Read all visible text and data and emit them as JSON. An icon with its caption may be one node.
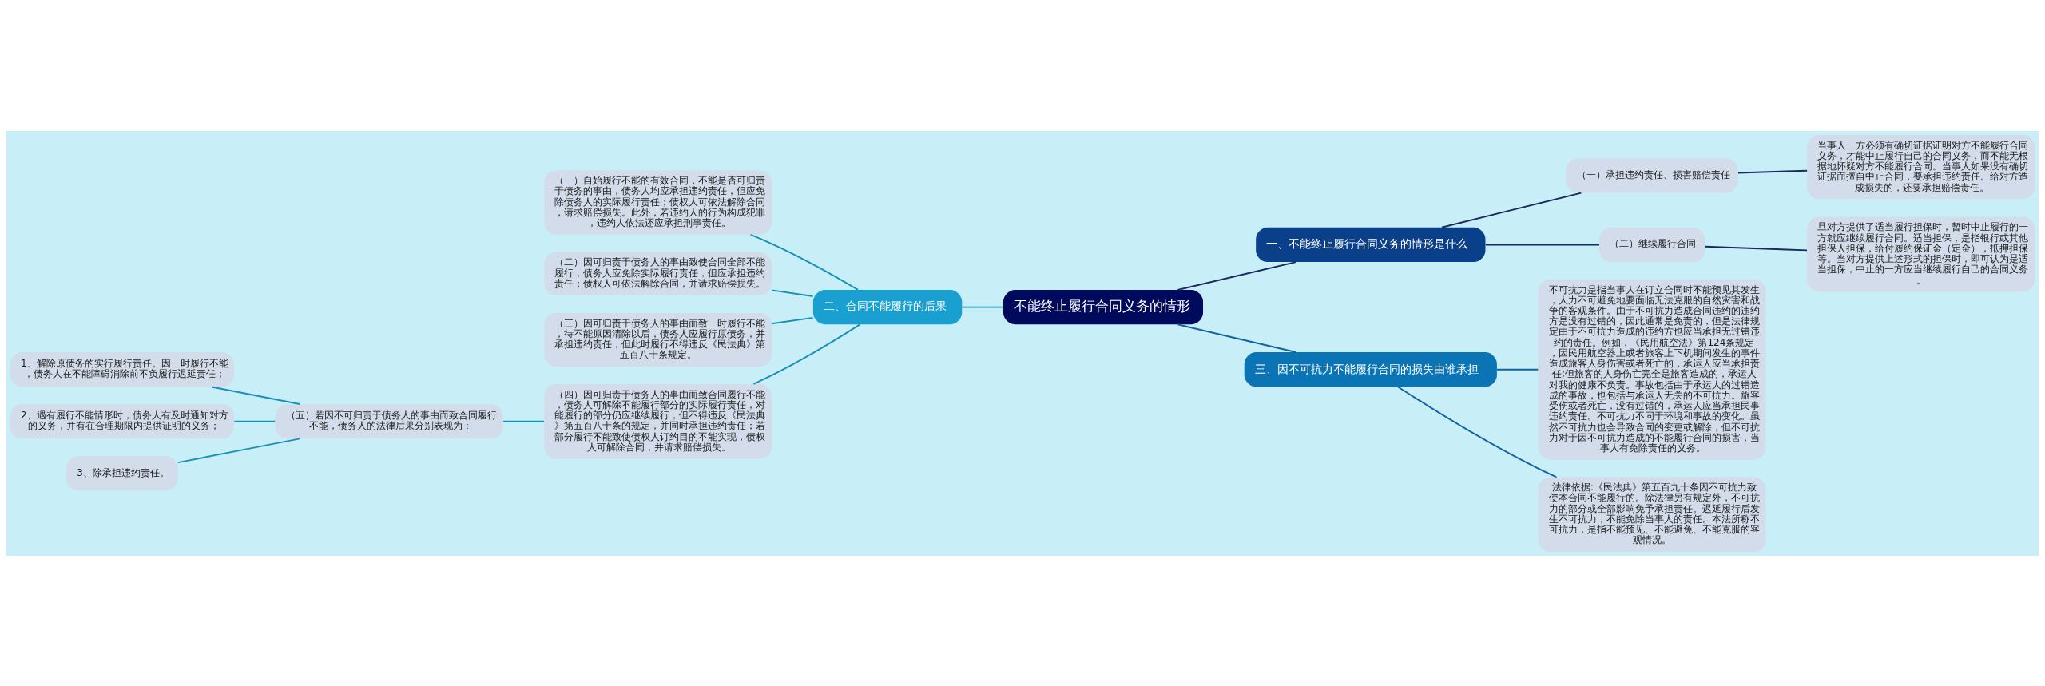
{
  "diagram": {
    "nodes": [
      {
        "text": [
          "不能终止履行合同义务的情形"
        ]
      },
      {
        "text": [
          "一、不能终止履行合同义务的情形是什么"
        ]
      },
      {
        "text": [
          "（一）承担违约责任、损害赔偿责任"
        ]
      },
      {
        "text": [
          "当事人一方必须有确切证据证明对方不能履行合同义务，才能中止履行自己的合同义务，而不能无根据地怀疑对方不能履行合同。当事人如果没有确切证据而擅自中止合同，要承担违约责任。给对方造成损失的，还要承担赔偿责任。"
        ]
      },
      {
        "text": [
          "（二）继续履行合同"
        ]
      },
      {
        "text": [
          "旦对方提供了适当履行担保时，暂时中止履行的一方就应继续履行合同。适当担保，是指银行或其他担保人担保，给付履约保证金（定金），抵押担保等。当对方提供上述形式的担保时，即可认为是适当担保，中止的一方应当继续履行自己的合同义务。"
        ]
      },
      {
        "text": [
          "二、合同不能履行的后果"
        ]
      },
      {
        "text": [
          "（一）自始履行不能的有效合同，不能是否可归责于债务的事由，债务人均应承担违约责任，但应免除债务人的实际履行责任；债权人可依法解除合同，请求赔偿损失。此外，若违约人的行为构成犯罪，违约人依法还应承担刑事责任。"
        ]
      },
      {
        "text": [
          "（二）因可归责于债务人的事由致使合同全部不能履行，债务人应免除实际履行责任，但应承担违约责任；债权人可依法解除合同，并请求赔偿损失。"
        ]
      },
      {
        "text": [
          "（三）因可归责于债务人的事由而致一时履行不能，待不能原因清除以后，债务人应履行原债务，并承担违约责任，但此时履行不得违反《民法典》第五百八十条规定。"
        ]
      },
      {
        "text": [
          "（四）因可归责于债务人的事由而致合同履行不能，债务人可解除不能履行部分的实际履行责任，对能履行的部分仍应继续履行，但不得违反《民法典》第五百八十条的规定，并同时承担违约责任；若部分履行不能致使债权人订约目的不能实现，债权人可解除合同，并请求赔偿损失。"
        ]
      },
      {
        "text": [
          "（五）若因不可归责于债务人的事由而致合同履行不能，债务人的法律后果分别表现为："
        ]
      },
      {
        "text": [
          "1、解除原债务的实行履行责任。因一时履行不能，债务人在不能障碍消除前不负履行迟延责任；"
        ]
      },
      {
        "text": [
          "2、遇有履行不能情形时，债务人有及时通知对方的义务，并有在合理期限内提供证明的义务；"
        ]
      },
      {
        "text": [
          "3、除承担违约责任。"
        ]
      },
      {
        "text": [
          "三、因不可抗力不能履行合同的损失由谁承担"
        ]
      },
      {
        "text": [
          "不可抗力是指当事人在订立合同时不能预见其发生，人力不可避免地要面临无法克服的自然灾害和战争的客观条件。由于不可抗力造成合同违约的违约方是没有过错的，因此通常是免责的，但是法律规定由于不可抗力造成的违约方也应当承担无过错违约的责任。例如，《民用航空法》第124条规定，因民用航空器上或者旅客上下机期间发生的事件造成旅客人身伤害或者死亡的，承运人应当承担责任;但旅客的人身伤亡完全是旅客造成的，承运人对我的健康不负责。事故包括由于承运人的过错造成的事故，也包括与承运人无关的不可抗力。旅客受伤或者死亡，没有过错的，承运人应当承担民事违约责任。不可抗力不同于环境和事故的变化。虽然不可抗力也会导致合同的变更或解除，但不可抗力对于因不可抗力造成的不能履行合同的损害，当事人有免除责任的义务。"
        ]
      },
      {
        "text": [
          "法律依据:《民法典》第五百九十条因不可抗力致使本合同不能履行的。除法律另有规定外，不可抗力的部分或全部影响免予承担责任。迟延履行后发生不可抗力，不能免除当事人的责任。本法所称不可抗力，是指不能预见、不能避免、不能克服的客观情况。"
        ]
      }
    ],
    "edges": [
      {
        "from": 0,
        "to": 1,
        "arrow": "none",
        "color": "#1b2a5c"
      },
      {
        "from": 1,
        "to": 2,
        "arrow": "none",
        "color": "#1b2a5c"
      },
      {
        "from": 2,
        "to": 3,
        "arrow": "none",
        "color": "#1b2a5c"
      },
      {
        "from": 1,
        "to": 4,
        "arrow": "none",
        "color": "#1b2a5c"
      },
      {
        "from": 4,
        "to": 5,
        "arrow": "none",
        "color": "#1b2a5c"
      },
      {
        "from": 0,
        "to": 6,
        "arrow": "none"
      },
      {
        "from": 6,
        "to": 7,
        "arrow": "none"
      },
      {
        "from": 6,
        "to": 8,
        "arrow": "none"
      },
      {
        "from": 6,
        "to": 9,
        "arrow": "none"
      },
      {
        "from": 6,
        "to": 10,
        "arrow": "none"
      },
      {
        "from": 10,
        "to": 11,
        "arrow": "none"
      },
      {
        "from": 11,
        "to": 12,
        "arrow": "none"
      },
      {
        "from": 11,
        "to": 13,
        "arrow": "none"
      },
      {
        "from": 11,
        "to": 14,
        "arrow": "none"
      },
      {
        "from": 0,
        "to": 15,
        "arrow": "none",
        "color": "#11629e"
      },
      {
        "from": 15,
        "to": 16,
        "arrow": "none",
        "color": "#11629e"
      },
      {
        "from": 15,
        "to": 17,
        "arrow": "none",
        "color": "#11629e"
      }
    ]
  }
}
